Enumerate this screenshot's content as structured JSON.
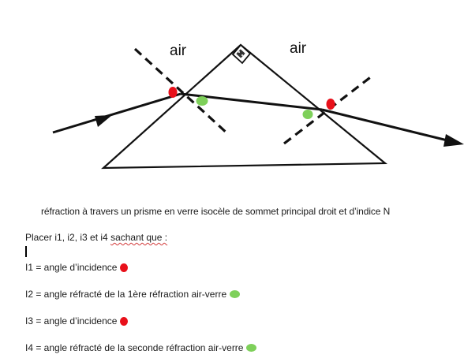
{
  "diagram": {
    "air_left_label": "air",
    "air_right_label": "air"
  },
  "caption": "réfraction à travers un prisme en verre isocèle de sommet principal droit et d’indice N",
  "instruction": {
    "prefix": "Placer i1, i2, i3 et i4 ",
    "underlined": "sachant que :"
  },
  "definitions": [
    {
      "text": "I1 = angle d’incidence",
      "marker": "red"
    },
    {
      "text": "I2 = angle réfracté de la 1ère réfraction air-verre",
      "marker": "green"
    },
    {
      "text": "I3 = angle d’incidence",
      "marker": "red"
    },
    {
      "text": "I4 = angle réfracté de la seconde réfraction air-verre",
      "marker": "green"
    }
  ],
  "colors": {
    "red": "#e8101a",
    "green": "#7ed05a",
    "ink": "#111111"
  }
}
